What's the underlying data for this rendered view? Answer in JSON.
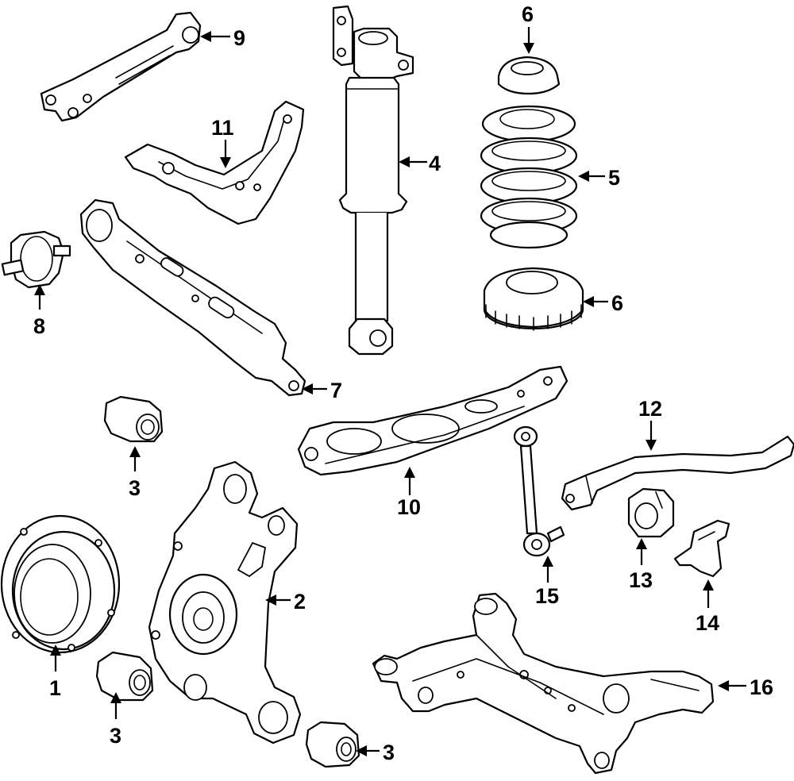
{
  "callouts": [
    {
      "id": "c1",
      "label": "1"
    },
    {
      "id": "c2",
      "label": "2"
    },
    {
      "id": "c3a",
      "label": "3"
    },
    {
      "id": "c3b",
      "label": "3"
    },
    {
      "id": "c3c",
      "label": "3"
    },
    {
      "id": "c4",
      "label": "4"
    },
    {
      "id": "c5",
      "label": "5"
    },
    {
      "id": "c6a",
      "label": "6"
    },
    {
      "id": "c6b",
      "label": "6"
    },
    {
      "id": "c7",
      "label": "7"
    },
    {
      "id": "c8",
      "label": "8"
    },
    {
      "id": "c9",
      "label": "9"
    },
    {
      "id": "c10",
      "label": "10"
    },
    {
      "id": "c11",
      "label": "11"
    },
    {
      "id": "c12",
      "label": "12"
    },
    {
      "id": "c13",
      "label": "13"
    },
    {
      "id": "c14",
      "label": "14"
    },
    {
      "id": "c15",
      "label": "15"
    },
    {
      "id": "c16",
      "label": "16"
    }
  ]
}
